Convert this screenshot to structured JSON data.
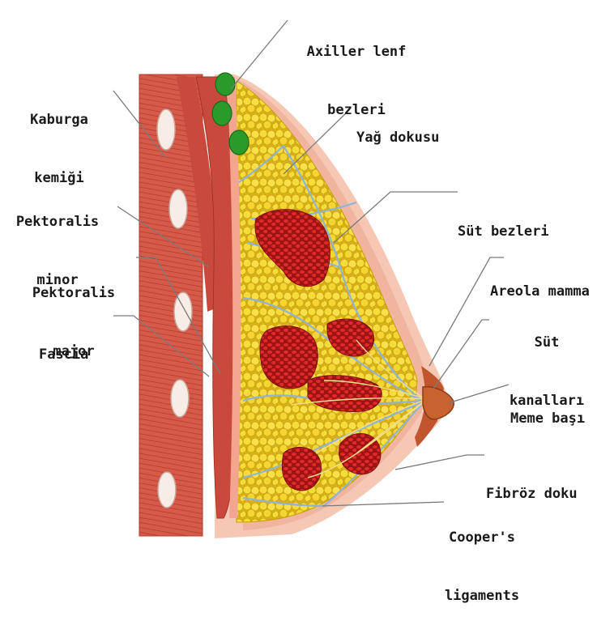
{
  "labels": {
    "axiller": [
      "Axiller lenf",
      "bezleri"
    ],
    "kaburga": [
      "Kaburga",
      "kemiği"
    ],
    "yag": [
      "Yağ dokusu"
    ],
    "pek_minor": [
      "Pektoralis",
      "minor"
    ],
    "sut_bez": [
      "Süt bezleri"
    ],
    "pek_major": [
      "Pektoralis",
      "major"
    ],
    "areola": [
      "Areola mamma"
    ],
    "fascia": [
      "Fascia"
    ],
    "sut_kanal": [
      "Süt",
      "kanalları"
    ],
    "meme": [
      "Meme başı"
    ],
    "fibroz": [
      "Fibröz doku"
    ],
    "cooper": [
      "Cooper's",
      "ligaments"
    ]
  },
  "colors": {
    "muscle": "#c94a3c",
    "muscle_light": "#e07a68",
    "skin": "#f6c8b4",
    "fat": "#f2d530",
    "fat_edge": "#c9a410",
    "gland": "#cc1f1f",
    "duct": "#8fb4d8",
    "lymph": "#2a9a2a",
    "leader": "#7a7a7a"
  }
}
